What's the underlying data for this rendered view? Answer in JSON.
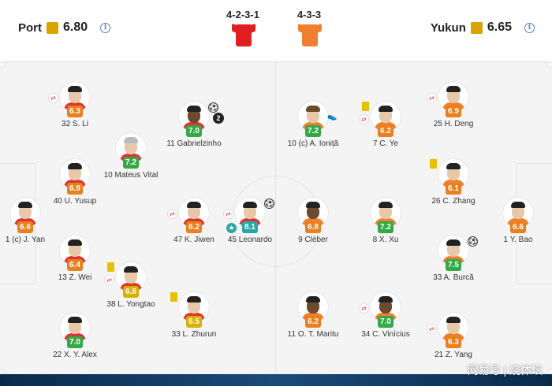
{
  "header": {
    "home": {
      "name": "Port",
      "rating": "6.80",
      "formation": "4-2-3-1",
      "kit_color": "#e02020"
    },
    "away": {
      "name": "Yukun",
      "rating": "6.65",
      "formation": "4-3-3",
      "kit_color": "#f08030"
    }
  },
  "players": {
    "p1": {
      "name": "32 S. Li",
      "rating": "6.3"
    },
    "p2": {
      "name": "11 Gabrielzinho",
      "rating": "7.0"
    },
    "p3": {
      "name": "10 Mateus Vital",
      "rating": "7.2"
    },
    "p4": {
      "name": "40 U. Yusup",
      "rating": "6.9"
    },
    "p5": {
      "name": "1 (c) J. Yan",
      "rating": "6.6"
    },
    "p6": {
      "name": "47 K. Jiwen",
      "rating": "6.2"
    },
    "p7": {
      "name": "45 Leonardo",
      "rating": "8.1"
    },
    "p8": {
      "name": "13 Z. Wei",
      "rating": "6.4"
    },
    "p9": {
      "name": "38 L. Yongtao",
      "rating": "6.8"
    },
    "p10": {
      "name": "33 L. Zhurun",
      "rating": "6.5"
    },
    "p11": {
      "name": "22 X. Y. Alex",
      "rating": "7.0"
    },
    "a1": {
      "name": "10 (c) A. Ioniță",
      "rating": "7.2"
    },
    "a2": {
      "name": "7 C. Ye",
      "rating": "6.2"
    },
    "a3": {
      "name": "25 H. Deng",
      "rating": "6.9"
    },
    "a4": {
      "name": "26 C. Zhang",
      "rating": "6.1"
    },
    "a5": {
      "name": "9 Cléber",
      "rating": "6.8"
    },
    "a6": {
      "name": "8 X. Xu",
      "rating": "7.2"
    },
    "a7": {
      "name": "1 Y. Bao",
      "rating": "6.6"
    },
    "a8": {
      "name": "33 A. Burcă",
      "rating": "7.5"
    },
    "a9": {
      "name": "11 O. T. Maritu",
      "rating": "6.2"
    },
    "a10": {
      "name": "34 C. Vinícius",
      "rating": "7.0"
    },
    "a11": {
      "name": "21 Z. Yang",
      "rating": "6.3"
    }
  },
  "goal_count": "2",
  "watermark": "网易号 | 烧体坛"
}
